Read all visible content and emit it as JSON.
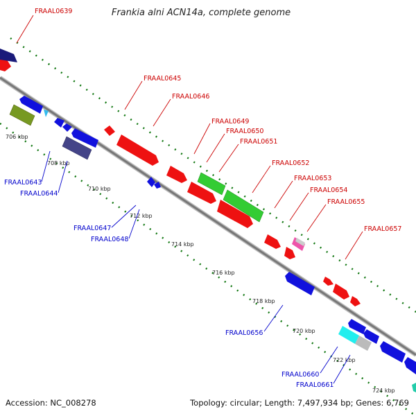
{
  "title": "Frankia alni ACN14a, complete genome",
  "footer": {
    "accession": "Accession: NC_008278",
    "topology": "Topology: circular; Length: 7,497,934 bp; Genes: 6,769"
  },
  "colors": {
    "forward_gene": "#ee1111",
    "reverse_gene": "#1111dd",
    "forward_label": "#cc0000",
    "reverse_label": "#0000cc",
    "backbone": "#888888",
    "gc_dots": "#117711"
  },
  "kbp_labels": [
    "706 kbp",
    "708 kbp",
    "710 kbp",
    "712 kbp",
    "714 kbp",
    "716 kbp",
    "718 kbp",
    "720 kbp",
    "722 kbp",
    "724 kbp"
  ],
  "forward_labels": [
    "FRAAL0639",
    "FRAAL0645",
    "FRAAL0646",
    "FRAAL0649",
    "FRAAL0650",
    "FRAAL0651",
    "FRAAL0652",
    "FRAAL0653",
    "FRAAL0654",
    "FRAAL0655",
    "FRAAL0657"
  ],
  "reverse_labels": [
    "FRAAL0643",
    "FRAAL0644",
    "FRAAL0647",
    "FRAAL0648",
    "FRAAL0656",
    "FRAAL0660",
    "FRAAL0661"
  ]
}
